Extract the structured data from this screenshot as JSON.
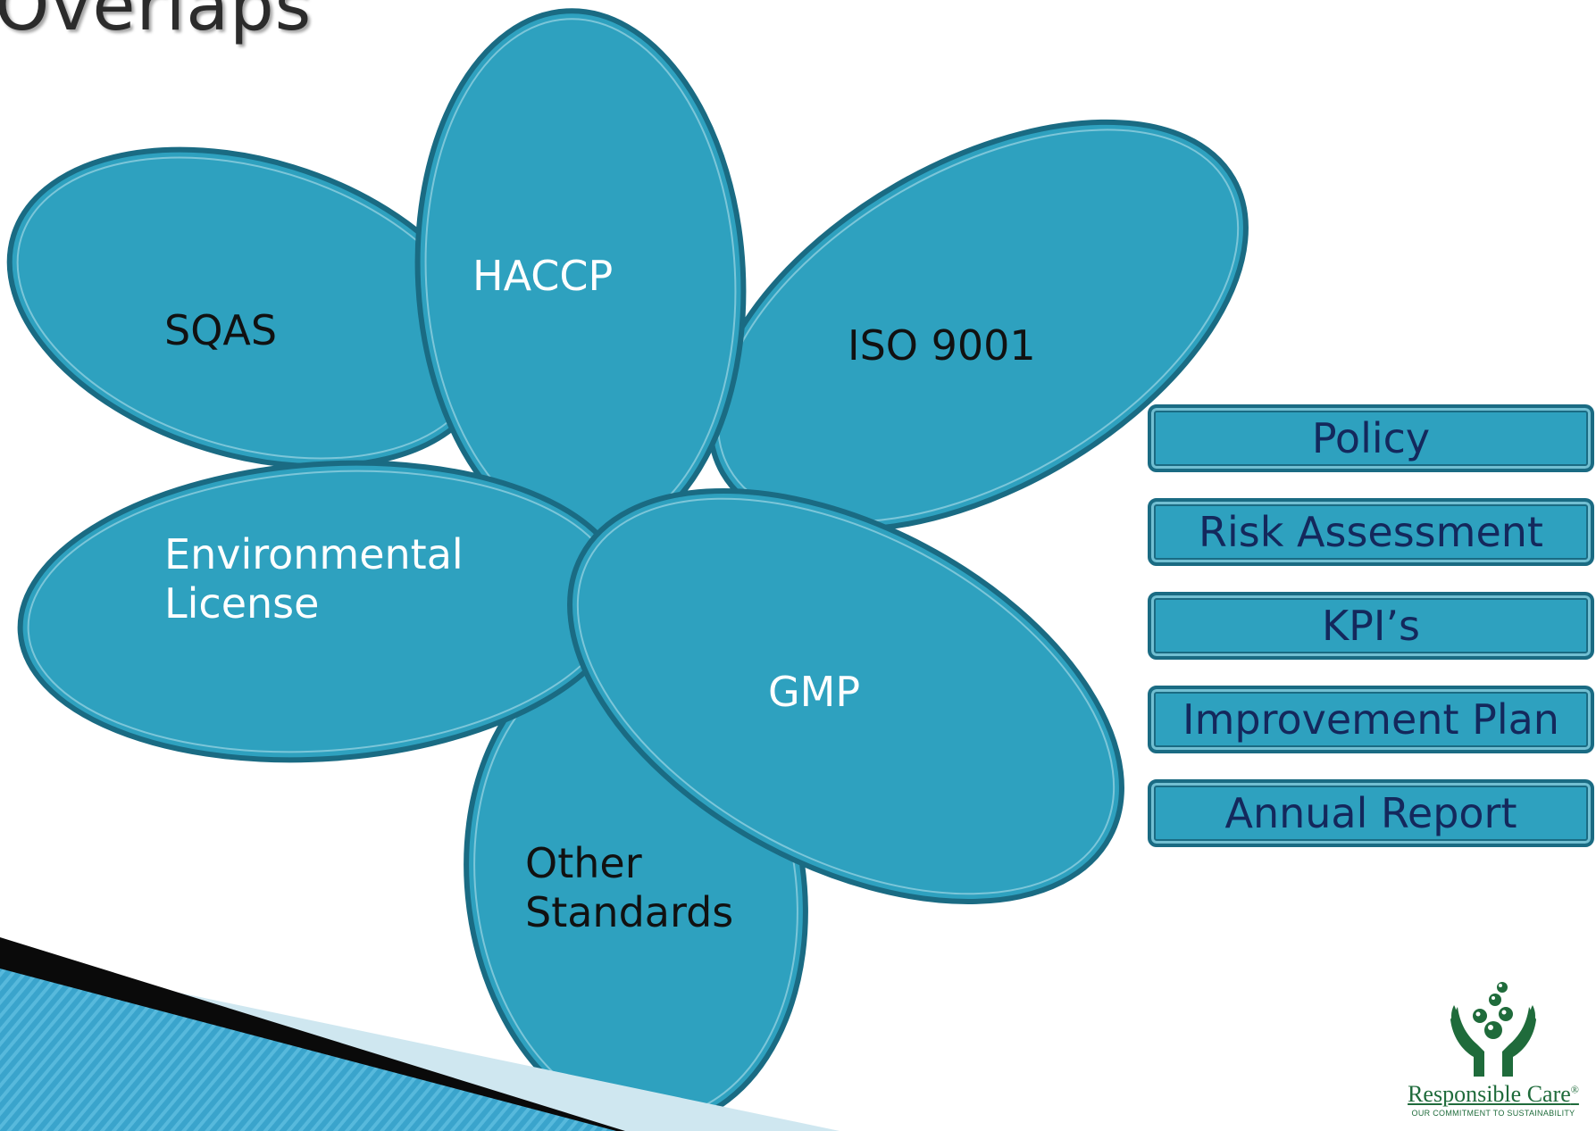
{
  "slide": {
    "title": "Overlaps"
  },
  "petals": {
    "sqas": "SQAS",
    "haccp": "HACCP",
    "iso9001": "ISO 9001",
    "env_line1": "Environmental",
    "env_line2": "License",
    "gmp": "GMP",
    "other_line1": "Other",
    "other_line2": "Standards"
  },
  "side_buttons": {
    "policy": "Policy",
    "risk": "Risk Assessment",
    "kpi": "KPI’s",
    "improvement": "Improvement Plan",
    "annual": "Annual Report"
  },
  "logo": {
    "name": "Responsible Care",
    "mark": "®",
    "tagline": "OUR COMMITMENT TO SUSTAINABILITY"
  },
  "colors": {
    "petal_fill": "#2ea1bf",
    "petal_border": "#1a6b83",
    "button_text": "#14285c",
    "logo_green": "#1f6b3b"
  }
}
